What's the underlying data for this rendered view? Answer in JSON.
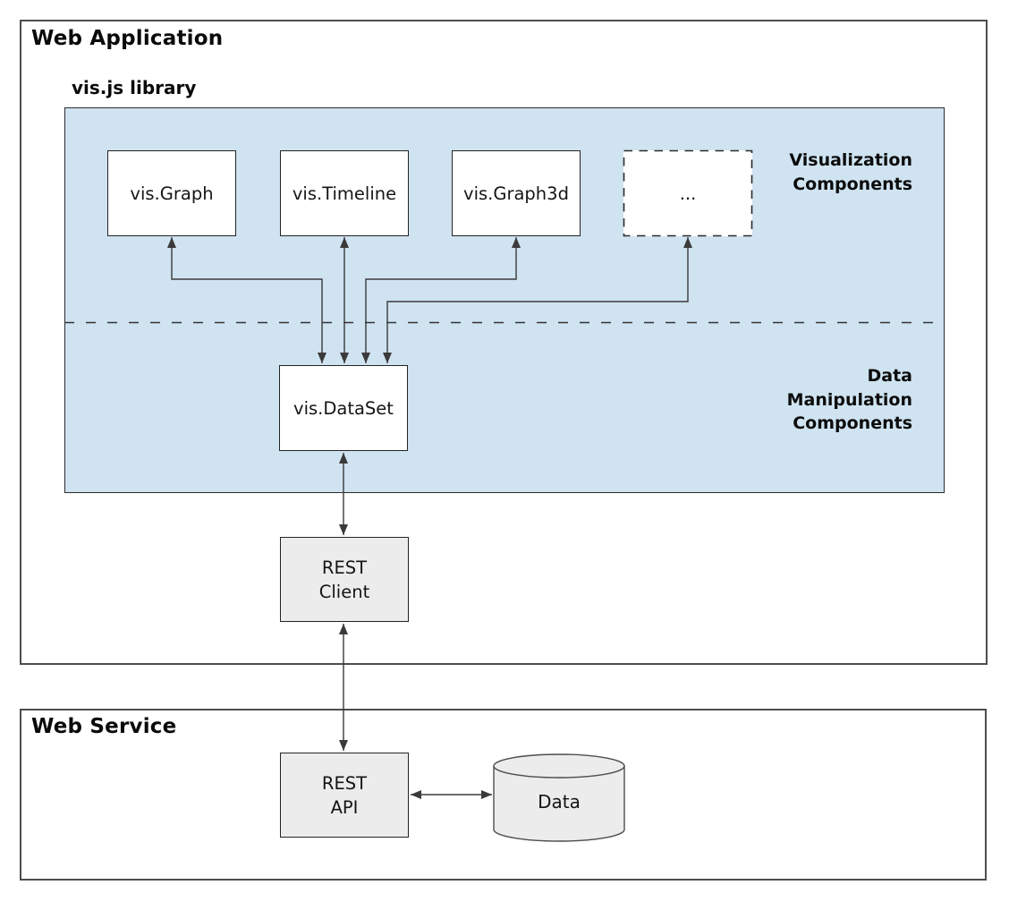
{
  "titles": {
    "web_application": "Web Application",
    "web_service": "Web Service",
    "vis_library": "vis.js library"
  },
  "section_labels": {
    "visualization": [
      "Visualization",
      "Components"
    ],
    "data_manipulation": [
      "Data",
      "Manipulation",
      "Components"
    ]
  },
  "nodes": {
    "vis_graph": "vis.Graph",
    "vis_timeline": "vis.Timeline",
    "vis_graph3d": "vis.Graph3d",
    "more_placeholder": "...",
    "vis_dataset": "vis.DataSet",
    "rest_client_lines": [
      "REST",
      "Client"
    ],
    "rest_api_lines": [
      "REST",
      "API"
    ],
    "data_store": "Data"
  },
  "colors": {
    "panel_blue": "#cfe3f1",
    "node_gray": "#ececec",
    "node_white": "#ffffff",
    "outer_border": "#4d4d4d",
    "inner_border": "#232323",
    "connector": "#3a3a3a",
    "text": "#0d0d0d"
  }
}
